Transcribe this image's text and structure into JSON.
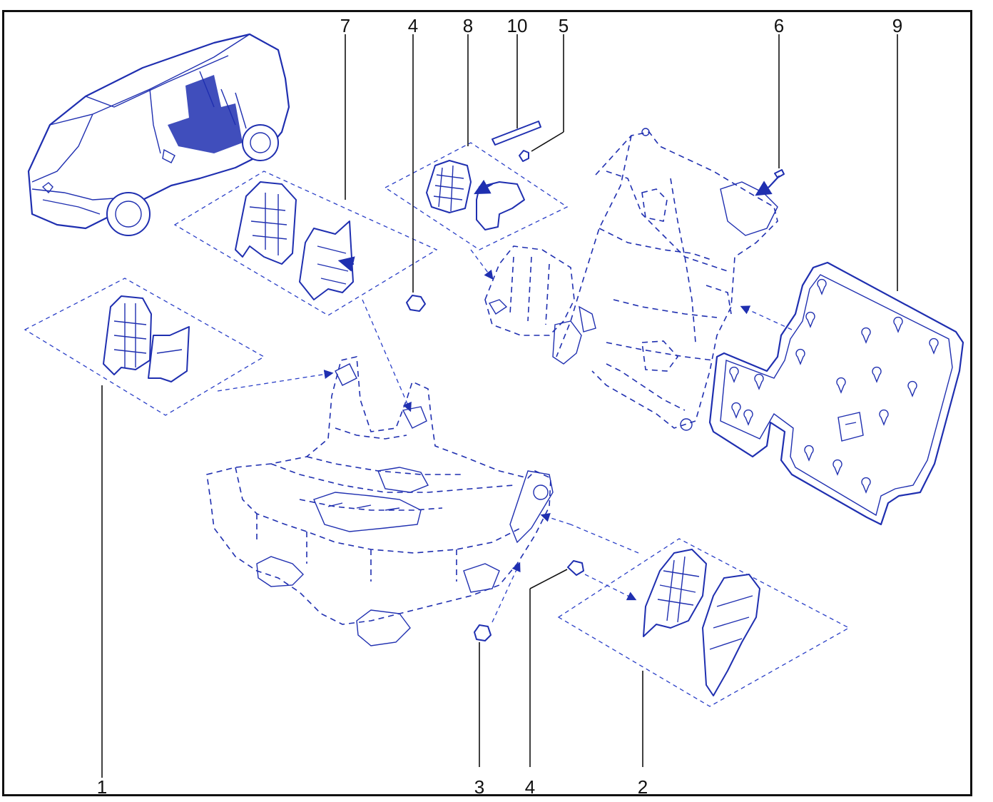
{
  "diagram": {
    "type": "exploded-parts-view",
    "line_color": "#1f2fb0",
    "label_color": "#111111",
    "frame_color": "#111111",
    "callouts": [
      {
        "id": "7",
        "text": "7"
      },
      {
        "id": "4-top",
        "text": "4"
      },
      {
        "id": "8",
        "text": "8"
      },
      {
        "id": "10",
        "text": "10"
      },
      {
        "id": "5",
        "text": "5"
      },
      {
        "id": "6",
        "text": "6"
      },
      {
        "id": "9",
        "text": "9"
      },
      {
        "id": "1",
        "text": "1"
      },
      {
        "id": "3",
        "text": "3"
      },
      {
        "id": "4-bottom",
        "text": "4"
      },
      {
        "id": "2",
        "text": "2"
      }
    ]
  }
}
